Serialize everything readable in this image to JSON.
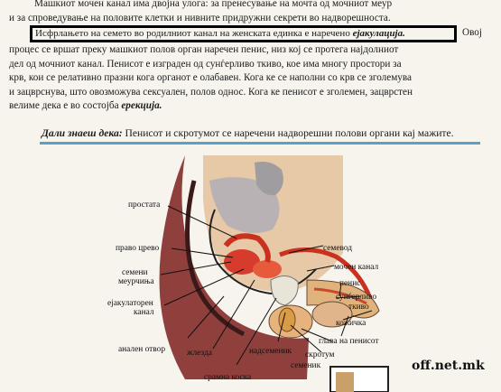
{
  "text": {
    "p1_l1": "Машкиот мочен  канал има двојна улога: за пренесување на мочта од мочниот меур",
    "p1_l2": "и за  спроведување на половите клетки и нивните придружни секрети во надворешноста.",
    "highlight_pre": "Исфрлањето на семето во родилниот канал на женската единка  е наречено ",
    "highlight_term": "ејакулација.",
    "p2_l1": "процес се вршат преку машкиот полов орган наречен пенис, низ кој се протега најдолниот",
    "p2_l2": "дел од мочниот  канал. Пенисот е изграден од сунѓерливо ткиво, кое има многу простори за",
    "p2_l3": "крв, кои се релативно празни кога органот е олабавен. Кога ке се наполни со крв се зголемува",
    "p2_l4": "и зацврснува,  што овозможува сексуален, полов однос. Кога ке пенисот е зголемен, зацврстен",
    "p2_l5_pre": "велиме дека е во  состојба ",
    "p2_l5_term": "ерекција.",
    "right_frag1": "Овој",
    "know_label": "Дали знаеш дека:",
    "know_text": " Пенисот и скротумот се наречени  надворешни полови органи кај мажите."
  },
  "labels": {
    "prostata": "простата",
    "pravo_crevo": "право црево",
    "semeni1": "семени",
    "semeni2": "меурчиња",
    "ejak1": "ејакулаторен",
    "ejak2": "канал",
    "analen": "анален отвор",
    "zlezda": "жлезда",
    "sramna": "срамна коска",
    "nadsemenik": "надсеменик",
    "semenik": "семеник",
    "skrotum": "скротум",
    "glava": "глава на пенисот",
    "kozicka": "кожичка",
    "sungj1": "сунѓерливо",
    "sungj2": "ткиво",
    "penis": "пенис",
    "mochen": "мочен канал",
    "semevod": "семевод"
  },
  "watermark": "off.net.mk"
}
